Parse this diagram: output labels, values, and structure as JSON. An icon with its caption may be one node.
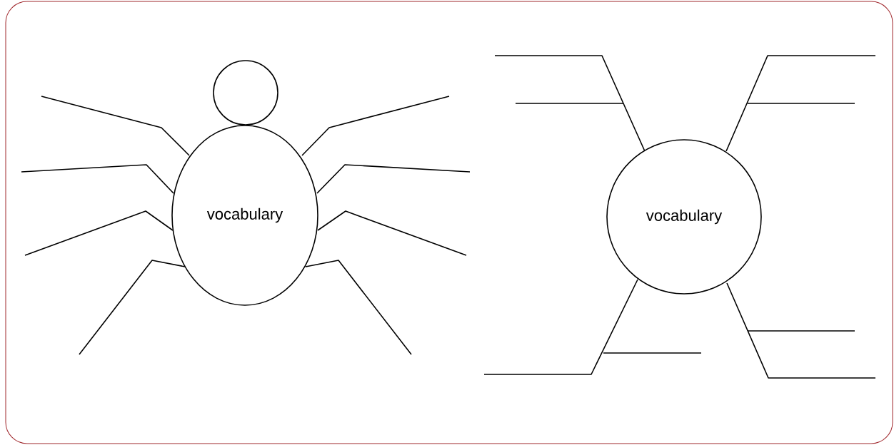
{
  "diagram": {
    "nodes": [
      {
        "text": [],
        "shape": "circle"
      },
      {
        "text": [
          "vocabulary"
        ]
      },
      {
        "text": [
          "vocabulary"
        ]
      }
    ]
  }
}
